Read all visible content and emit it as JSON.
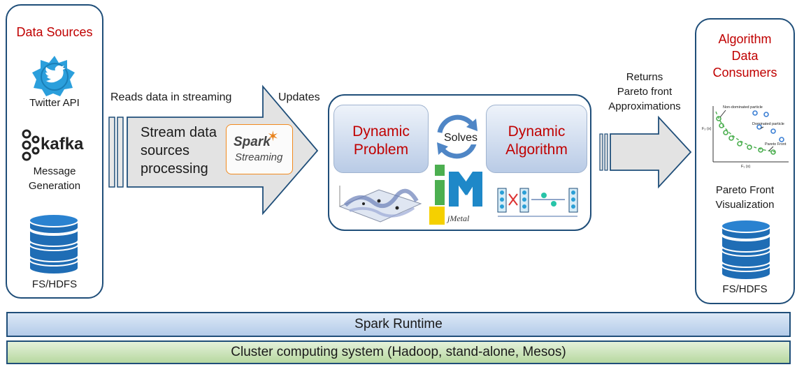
{
  "left_panel": {
    "title": "Data Sources",
    "twitter_label": "Twitter API",
    "kafka_logo": "kafka",
    "kafka_label_line1": "Message",
    "kafka_label_line2": "Generation",
    "storage_label": "FS/HDFS",
    "icons": [
      "twitter-bird-icon",
      "kafka-logo-icon",
      "database-icon"
    ]
  },
  "streaming": {
    "reads_label": "Reads data in streaming",
    "updates_label": "Updates",
    "body_line1": "Stream data",
    "body_line2": "sources",
    "body_line3": "processing",
    "spark_logo_word": "Spark",
    "spark_logo_sub": "Streaming"
  },
  "center": {
    "problem_line1": "Dynamic",
    "problem_line2": "Problem",
    "algorithm_line1": "Dynamic",
    "algorithm_line2": "Algorithm",
    "solves_label": "Solves",
    "jmetal_label": "jMetal"
  },
  "returns": {
    "line1": "Returns",
    "line2": "Pareto front",
    "line3": "Approximations"
  },
  "right_panel": {
    "title_line1": "Algorithm",
    "title_line2": "Data",
    "title_line3": "Consumers",
    "chart_ylabel": "F₂ (x)",
    "chart_xlabel": "F₁ (x)",
    "annotation_nondominated": "Non-dominated particle",
    "annotation_dominated": "Dominated particle",
    "annotation_front": "Pareto Front",
    "viz_line1": "Pareto Front",
    "viz_line2": "Visualization",
    "storage_label": "FS/HDFS"
  },
  "bars": {
    "runtime": "Spark Runtime",
    "cluster": "Cluster computing system (Hadoop, stand-alone, Mesos)"
  },
  "colors": {
    "panel_border": "#1f4e79",
    "title_red": "#c00000",
    "database_blue": "#1f6db5",
    "runtime_bar": "#c5d9f1",
    "cluster_bar": "#c6e0b4",
    "arrow_fill": "#e3e3e3",
    "twitter_blue": "#2b9fdc"
  }
}
